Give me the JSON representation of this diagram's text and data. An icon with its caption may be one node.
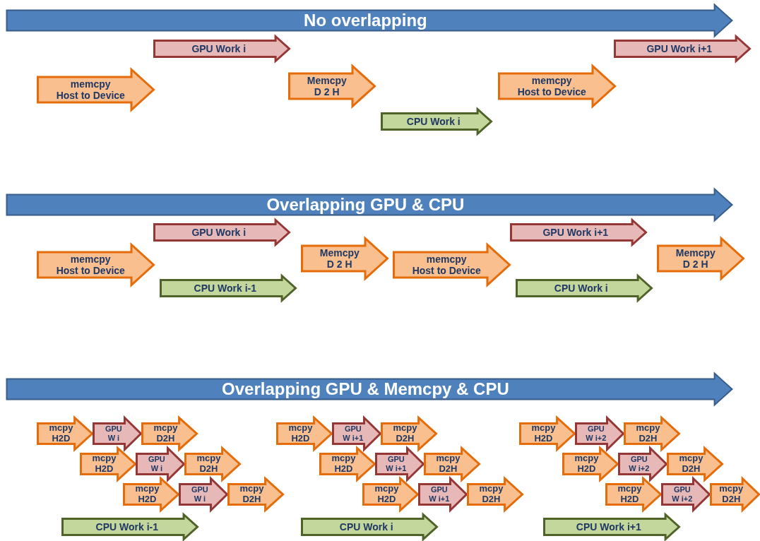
{
  "diagram": {
    "nodes": [
      {
        "text": [
          "No overlapping"
        ]
      },
      {
        "text": [
          "GPU Work i"
        ]
      },
      {
        "text": [
          "memcpy Host to Device"
        ]
      },
      {
        "text": [
          "Memcpy D 2 H"
        ]
      },
      {
        "text": [
          "CPU Work i"
        ]
      },
      {
        "text": [
          "memcpy Host to Device"
        ]
      },
      {
        "text": [
          "GPU Work i+1"
        ]
      },
      {
        "text": [
          "Overlapping  GPU & CPU"
        ]
      },
      {
        "text": [
          "GPU Work i"
        ]
      },
      {
        "text": [
          "memcpy Host to Device"
        ]
      },
      {
        "text": [
          "CPU Work i-1"
        ]
      },
      {
        "text": [
          "Memcpy D 2 H"
        ]
      },
      {
        "text": [
          "memcpy Host to Device"
        ]
      },
      {
        "text": [
          "GPU Work i+1"
        ]
      },
      {
        "text": [
          "CPU Work i"
        ]
      },
      {
        "text": [
          "Memcpy D 2 H"
        ]
      },
      {
        "text": [
          "Overlapping GPU & Memcpy & CPU"
        ]
      },
      {
        "text": [
          "mcpy H2D"
        ]
      },
      {
        "text": [
          "GPU W i"
        ]
      },
      {
        "text": [
          "mcpy D2H"
        ]
      },
      {
        "text": [
          "mcpy H2D"
        ]
      },
      {
        "text": [
          "GPU W i"
        ]
      },
      {
        "text": [
          "mcpy D2H"
        ]
      },
      {
        "text": [
          "mcpy H2D"
        ]
      },
      {
        "text": [
          "GPU W i"
        ]
      },
      {
        "text": [
          "mcpy D2H"
        ]
      },
      {
        "text": [
          "mcpy H2D"
        ]
      },
      {
        "text": [
          "GPU W i+1"
        ]
      },
      {
        "text": [
          "mcpy D2H"
        ]
      },
      {
        "text": [
          "mcpy H2D"
        ]
      },
      {
        "text": [
          "GPU W i+1"
        ]
      },
      {
        "text": [
          "mcpy D2H"
        ]
      },
      {
        "text": [
          "mcpy H2D"
        ]
      },
      {
        "text": [
          "GPU W i+1"
        ]
      },
      {
        "text": [
          "mcpy D2H"
        ]
      },
      {
        "text": [
          "mcpy H2D"
        ]
      },
      {
        "text": [
          "GPU W i+2"
        ]
      },
      {
        "text": [
          "mcpy D2H"
        ]
      },
      {
        "text": [
          "mcpy H2D"
        ]
      },
      {
        "text": [
          "GPU W i+2"
        ]
      },
      {
        "text": [
          "mcpy D2H"
        ]
      },
      {
        "text": [
          "mcpy H2D"
        ]
      },
      {
        "text": [
          "GPU W i+2"
        ]
      },
      {
        "text": [
          "mcpy D2H"
        ]
      },
      {
        "text": [
          "CPU Work i-1"
        ]
      },
      {
        "text": [
          "CPU Work i"
        ]
      },
      {
        "text": [
          "CPU Work i+1"
        ]
      }
    ]
  }
}
